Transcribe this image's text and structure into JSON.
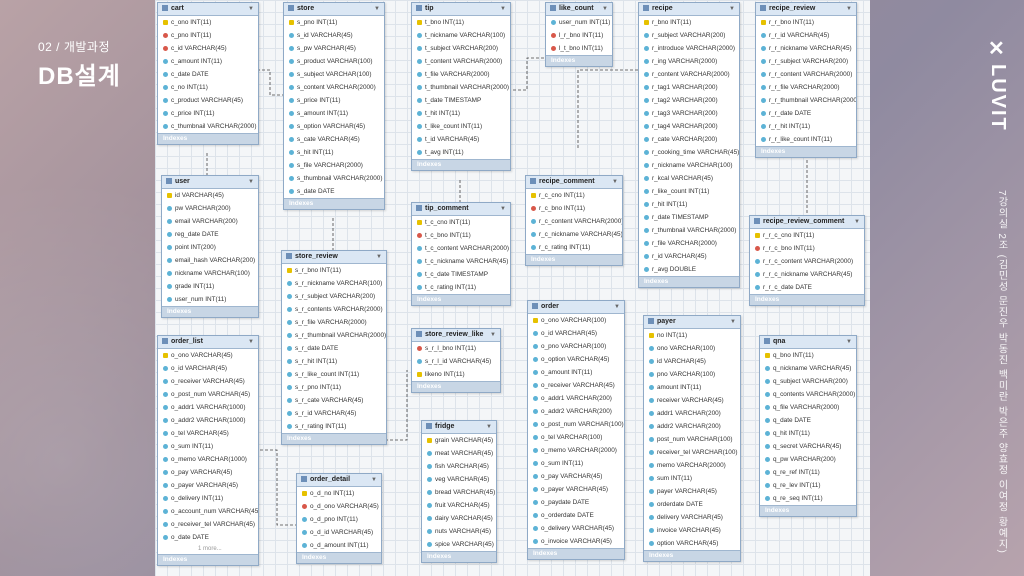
{
  "section": {
    "label": "02 / 개발과정",
    "title": "DB설계"
  },
  "brand": {
    "name": "LUVIT",
    "icon": "✕"
  },
  "credits": "7강의실 2조 (김민성 문진우 박동진 백미란 박은주 양효정 이여정 황예지)",
  "footer_label": "Indexes",
  "tables": [
    {
      "key": "cart",
      "title": "cart",
      "rows": [
        {
          "k": "pk",
          "t": "c_ono INT(11)"
        },
        {
          "k": "fk",
          "t": "c_pno INT(11)"
        },
        {
          "k": "fk",
          "t": "c_id VARCHAR(45)"
        },
        {
          "k": "",
          "t": "c_amount INT(11)"
        },
        {
          "k": "",
          "t": "c_date DATE"
        },
        {
          "k": "",
          "t": "c_no INT(11)"
        },
        {
          "k": "",
          "t": "c_product VARCHAR(45)"
        },
        {
          "k": "",
          "t": "c_price INT(11)"
        },
        {
          "k": "",
          "t": "c_thumbnail VARCHAR(2000)"
        }
      ]
    },
    {
      "key": "store",
      "title": "store",
      "rows": [
        {
          "k": "pk",
          "t": "s_pno INT(11)"
        },
        {
          "k": "",
          "t": "s_id VARCHAR(45)"
        },
        {
          "k": "",
          "t": "s_pw VARCHAR(45)"
        },
        {
          "k": "",
          "t": "s_product VARCHAR(100)"
        },
        {
          "k": "",
          "t": "s_subject VARCHAR(100)"
        },
        {
          "k": "",
          "t": "s_content VARCHAR(2000)"
        },
        {
          "k": "",
          "t": "s_price INT(11)"
        },
        {
          "k": "",
          "t": "s_amount INT(11)"
        },
        {
          "k": "",
          "t": "s_option VARCHAR(45)"
        },
        {
          "k": "",
          "t": "s_cate VARCHAR(45)"
        },
        {
          "k": "",
          "t": "s_hit INT(11)"
        },
        {
          "k": "",
          "t": "s_file VARCHAR(2000)"
        },
        {
          "k": "",
          "t": "s_thumbnail VARCHAR(2000)"
        },
        {
          "k": "",
          "t": "s_date DATE"
        }
      ]
    },
    {
      "key": "tip",
      "title": "tip",
      "rows": [
        {
          "k": "pk",
          "t": "t_bno INT(11)"
        },
        {
          "k": "",
          "t": "t_nickname VARCHAR(100)"
        },
        {
          "k": "",
          "t": "t_subject VARCHAR(200)"
        },
        {
          "k": "",
          "t": "t_content VARCHAR(2000)"
        },
        {
          "k": "",
          "t": "t_file VARCHAR(2000)"
        },
        {
          "k": "",
          "t": "t_thumbnail VARCHAR(2000)"
        },
        {
          "k": "",
          "t": "t_date TIMESTAMP"
        },
        {
          "k": "",
          "t": "t_hit INT(11)"
        },
        {
          "k": "",
          "t": "t_like_count INT(11)"
        },
        {
          "k": "",
          "t": "t_id VARCHAR(45)"
        },
        {
          "k": "",
          "t": "t_avg INT(11)"
        }
      ]
    },
    {
      "key": "like_count",
      "title": "like_count",
      "rows": [
        {
          "k": "",
          "t": "user_num INT(11)"
        },
        {
          "k": "fk",
          "t": "l_r_bno INT(11)"
        },
        {
          "k": "fk",
          "t": "l_t_bno INT(11)"
        }
      ]
    },
    {
      "key": "recipe",
      "title": "recipe",
      "rows": [
        {
          "k": "pk",
          "t": "r_bno INT(11)"
        },
        {
          "k": "",
          "t": "r_subject VARCHAR(200)"
        },
        {
          "k": "",
          "t": "r_introduce VARCHAR(2000)"
        },
        {
          "k": "",
          "t": "r_ing VARCHAR(2000)"
        },
        {
          "k": "",
          "t": "r_content VARCHAR(2000)"
        },
        {
          "k": "",
          "t": "r_tag1 VARCHAR(200)"
        },
        {
          "k": "",
          "t": "r_tag2 VARCHAR(200)"
        },
        {
          "k": "",
          "t": "r_tag3 VARCHAR(200)"
        },
        {
          "k": "",
          "t": "r_tag4 VARCHAR(200)"
        },
        {
          "k": "",
          "t": "r_cate VARCHAR(200)"
        },
        {
          "k": "",
          "t": "r_cooking_time VARCHAR(45)"
        },
        {
          "k": "",
          "t": "r_nickname VARCHAR(100)"
        },
        {
          "k": "",
          "t": "r_kcal VARCHAR(45)"
        },
        {
          "k": "",
          "t": "r_like_count INT(11)"
        },
        {
          "k": "",
          "t": "r_hit INT(11)"
        },
        {
          "k": "",
          "t": "r_date TIMESTAMP"
        },
        {
          "k": "",
          "t": "r_thumbnail VARCHAR(2000)"
        },
        {
          "k": "",
          "t": "r_file VARCHAR(2000)"
        },
        {
          "k": "",
          "t": "r_id VARCHAR(45)"
        },
        {
          "k": "",
          "t": "r_avg DOUBLE"
        }
      ]
    },
    {
      "key": "recipe_review",
      "title": "recipe_review",
      "rows": [
        {
          "k": "pk",
          "t": "r_r_bno INT(11)"
        },
        {
          "k": "",
          "t": "r_r_id VARCHAR(45)"
        },
        {
          "k": "",
          "t": "r_r_nickname VARCHAR(45)"
        },
        {
          "k": "",
          "t": "r_r_subject VARCHAR(200)"
        },
        {
          "k": "",
          "t": "r_r_content VARCHAR(2000)"
        },
        {
          "k": "",
          "t": "r_r_file VARCHAR(2000)"
        },
        {
          "k": "",
          "t": "r_r_thumbnail VARCHAR(2000)"
        },
        {
          "k": "",
          "t": "r_r_date DATE"
        },
        {
          "k": "",
          "t": "r_r_hit INT(11)"
        },
        {
          "k": "",
          "t": "r_r_like_count INT(11)"
        }
      ]
    },
    {
      "key": "user",
      "title": "user",
      "rows": [
        {
          "k": "pk",
          "t": "id VARCHAR(45)"
        },
        {
          "k": "",
          "t": "pw VARCHAR(200)"
        },
        {
          "k": "",
          "t": "email VARCHAR(200)"
        },
        {
          "k": "",
          "t": "reg_date DATE"
        },
        {
          "k": "",
          "t": "point INT(200)"
        },
        {
          "k": "",
          "t": "email_hash VARCHAR(200)"
        },
        {
          "k": "",
          "t": "nickname VARCHAR(100)"
        },
        {
          "k": "",
          "t": "grade INT(11)"
        },
        {
          "k": "",
          "t": "user_num INT(11)"
        }
      ]
    },
    {
      "key": "store_review",
      "title": "store_review",
      "rows": [
        {
          "k": "pk",
          "t": "s_r_bno INT(11)"
        },
        {
          "k": "",
          "t": "s_r_nickname VARCHAR(100)"
        },
        {
          "k": "",
          "t": "s_r_subject VARCHAR(200)"
        },
        {
          "k": "",
          "t": "s_r_contents VARCHAR(2000)"
        },
        {
          "k": "",
          "t": "s_r_file VARCHAR(2000)"
        },
        {
          "k": "",
          "t": "s_r_thumbnail VARCHAR(2000)"
        },
        {
          "k": "",
          "t": "s_r_date DATE"
        },
        {
          "k": "",
          "t": "s_r_hit INT(11)"
        },
        {
          "k": "",
          "t": "s_r_like_count INT(11)"
        },
        {
          "k": "",
          "t": "s_r_pno INT(11)"
        },
        {
          "k": "",
          "t": "s_r_cate VARCHAR(45)"
        },
        {
          "k": "",
          "t": "s_r_id VARCHAR(45)"
        },
        {
          "k": "",
          "t": "s_r_rating INT(11)"
        }
      ]
    },
    {
      "key": "tip_comment",
      "title": "tip_comment",
      "rows": [
        {
          "k": "pk",
          "t": "t_c_cno INT(11)"
        },
        {
          "k": "fk",
          "t": "t_c_bno INT(11)"
        },
        {
          "k": "",
          "t": "t_c_content VARCHAR(2000)"
        },
        {
          "k": "",
          "t": "t_c_nickname VARCHAR(45)"
        },
        {
          "k": "",
          "t": "t_c_date TIMESTAMP"
        },
        {
          "k": "",
          "t": "t_c_rating INT(11)"
        }
      ]
    },
    {
      "key": "recipe_comment",
      "title": "recipe_comment",
      "rows": [
        {
          "k": "pk",
          "t": "r_c_cno INT(11)"
        },
        {
          "k": "fk",
          "t": "r_c_bno INT(11)"
        },
        {
          "k": "",
          "t": "r_c_content VARCHAR(2000)"
        },
        {
          "k": "",
          "t": "r_c_nickname VARCHAR(45)"
        },
        {
          "k": "",
          "t": "r_c_rating INT(11)"
        }
      ]
    },
    {
      "key": "recipe_review_comment",
      "title": "recipe_review_comment",
      "rows": [
        {
          "k": "pk",
          "t": "r_r_c_cno INT(11)"
        },
        {
          "k": "fk",
          "t": "r_r_c_bno INT(11)"
        },
        {
          "k": "",
          "t": "r_r_c_content VARCHAR(2000)"
        },
        {
          "k": "",
          "t": "r_r_c_nickname VARCHAR(45)"
        },
        {
          "k": "",
          "t": "r_r_c_date DATE"
        }
      ]
    },
    {
      "key": "store_review_like",
      "title": "store_review_like",
      "rows": [
        {
          "k": "fk",
          "t": "s_r_l_bno INT(11)"
        },
        {
          "k": "",
          "t": "s_r_l_id VARCHAR(45)"
        },
        {
          "k": "pk",
          "t": "likeno INT(11)"
        }
      ]
    },
    {
      "key": "order_list",
      "title": "order_list",
      "more": "1 more...",
      "rows": [
        {
          "k": "pk",
          "t": "o_ono VARCHAR(45)"
        },
        {
          "k": "",
          "t": "o_id VARCHAR(45)"
        },
        {
          "k": "",
          "t": "o_receiver VARCHAR(45)"
        },
        {
          "k": "",
          "t": "o_post_num VARCHAR(45)"
        },
        {
          "k": "",
          "t": "o_addr1 VARCHAR(1000)"
        },
        {
          "k": "",
          "t": "o_addr2 VARCHAR(1000)"
        },
        {
          "k": "",
          "t": "o_tel VARCHAR(45)"
        },
        {
          "k": "",
          "t": "o_sum INT(11)"
        },
        {
          "k": "",
          "t": "o_memo VARCHAR(1000)"
        },
        {
          "k": "",
          "t": "o_pay VARCHAR(45)"
        },
        {
          "k": "",
          "t": "o_payer VARCHAR(45)"
        },
        {
          "k": "",
          "t": "o_delivery INT(11)"
        },
        {
          "k": "",
          "t": "o_account_num VARCHAR(45)"
        },
        {
          "k": "",
          "t": "o_receiver_tel VARCHAR(45)"
        },
        {
          "k": "",
          "t": "o_date DATE"
        }
      ]
    },
    {
      "key": "order_detail",
      "title": "order_detail",
      "rows": [
        {
          "k": "pk",
          "t": "o_d_no INT(11)"
        },
        {
          "k": "fk",
          "t": "o_d_ono VARCHAR(45)"
        },
        {
          "k": "",
          "t": "o_d_pno INT(11)"
        },
        {
          "k": "",
          "t": "o_d_id VARCHAR(45)"
        },
        {
          "k": "",
          "t": "o_d_amount INT(11)"
        }
      ]
    },
    {
      "key": "fridge",
      "title": "fridge",
      "rows": [
        {
          "k": "pk",
          "t": "grain VARCHAR(45)"
        },
        {
          "k": "",
          "t": "meat VARCHAR(45)"
        },
        {
          "k": "",
          "t": "fish VARCHAR(45)"
        },
        {
          "k": "",
          "t": "veg VARCHAR(45)"
        },
        {
          "k": "",
          "t": "bread VARCHAR(45)"
        },
        {
          "k": "",
          "t": "fruit VARCHAR(45)"
        },
        {
          "k": "",
          "t": "dairy VARCHAR(45)"
        },
        {
          "k": "",
          "t": "nuts VARCHAR(45)"
        },
        {
          "k": "",
          "t": "spice VARCHAR(45)"
        }
      ]
    },
    {
      "key": "order",
      "title": "order",
      "rows": [
        {
          "k": "pk",
          "t": "o_ono VARCHAR(100)"
        },
        {
          "k": "",
          "t": "o_id VARCHAR(45)"
        },
        {
          "k": "",
          "t": "o_pno VARCHAR(100)"
        },
        {
          "k": "",
          "t": "o_option VARCHAR(45)"
        },
        {
          "k": "",
          "t": "o_amount INT(11)"
        },
        {
          "k": "",
          "t": "o_receiver VARCHAR(45)"
        },
        {
          "k": "",
          "t": "o_addr1 VARCHAR(200)"
        },
        {
          "k": "",
          "t": "o_addr2 VARCHAR(200)"
        },
        {
          "k": "",
          "t": "o_post_num VARCHAR(100)"
        },
        {
          "k": "",
          "t": "o_tel VARCHAR(100)"
        },
        {
          "k": "",
          "t": "o_memo VARCHAR(2000)"
        },
        {
          "k": "",
          "t": "o_sum INT(11)"
        },
        {
          "k": "",
          "t": "o_pay VARCHAR(45)"
        },
        {
          "k": "",
          "t": "o_payer VARCHAR(45)"
        },
        {
          "k": "",
          "t": "o_paydate DATE"
        },
        {
          "k": "",
          "t": "o_orderdate DATE"
        },
        {
          "k": "",
          "t": "o_delivery VARCHAR(45)"
        },
        {
          "k": "",
          "t": "o_invoice VARCHAR(45)"
        }
      ]
    },
    {
      "key": "payer",
      "title": "payer",
      "rows": [
        {
          "k": "pk",
          "t": "no INT(11)"
        },
        {
          "k": "",
          "t": "ono VARCHAR(100)"
        },
        {
          "k": "",
          "t": "id VARCHAR(45)"
        },
        {
          "k": "",
          "t": "pno VARCHAR(100)"
        },
        {
          "k": "",
          "t": "amount INT(11)"
        },
        {
          "k": "",
          "t": "receiver VARCHAR(45)"
        },
        {
          "k": "",
          "t": "addr1 VARCHAR(200)"
        },
        {
          "k": "",
          "t": "addr2 VARCHAR(200)"
        },
        {
          "k": "",
          "t": "post_num VARCHAR(100)"
        },
        {
          "k": "",
          "t": "receiver_tel VARCHAR(100)"
        },
        {
          "k": "",
          "t": "memo VARCHAR(2000)"
        },
        {
          "k": "",
          "t": "sum INT(11)"
        },
        {
          "k": "",
          "t": "payer VARCHAR(45)"
        },
        {
          "k": "",
          "t": "orderdate DATE"
        },
        {
          "k": "",
          "t": "delivery VARCHAR(45)"
        },
        {
          "k": "",
          "t": "invoice VARCHAR(45)"
        },
        {
          "k": "",
          "t": "option VARCHAR(45)"
        }
      ]
    },
    {
      "key": "qna",
      "title": "qna",
      "rows": [
        {
          "k": "pk",
          "t": "q_bno INT(11)"
        },
        {
          "k": "",
          "t": "q_nickname VARCHAR(45)"
        },
        {
          "k": "",
          "t": "q_subject VARCHAR(200)"
        },
        {
          "k": "",
          "t": "q_contents VARCHAR(2000)"
        },
        {
          "k": "",
          "t": "q_file VARCHAR(2000)"
        },
        {
          "k": "",
          "t": "q_date DATE"
        },
        {
          "k": "",
          "t": "q_hit INT(11)"
        },
        {
          "k": "",
          "t": "q_secret VARCHAR(45)"
        },
        {
          "k": "",
          "t": "q_pw VARCHAR(200)"
        },
        {
          "k": "",
          "t": "q_re_ref INT(11)"
        },
        {
          "k": "",
          "t": "q_re_lev INT(11)"
        },
        {
          "k": "",
          "t": "q_re_seq INT(11)"
        }
      ]
    }
  ]
}
